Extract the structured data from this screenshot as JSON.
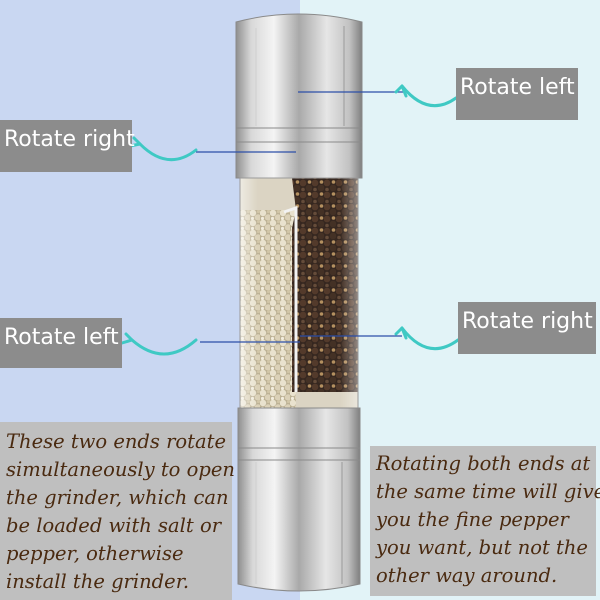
{
  "callouts": {
    "top_left": "Rotate right",
    "top_right": "Rotate left",
    "middle_left": "Rotate left",
    "middle_right": "Rotate right"
  },
  "notes": {
    "left": [
      "These two ends rotate",
      "simultaneously to open",
      "the grinder, which can",
      "be loaded with salt or",
      "pepper, otherwise",
      "install the grinder."
    ],
    "right": [
      "Rotating both ends at",
      "the same time will give",
      "you the fine pepper",
      "you want, but not the",
      "other way around."
    ]
  },
  "colors": {
    "background_left": "#c9d7f2",
    "background_right": "#e2f3f7",
    "label_fill": "#8c8c8c",
    "note_fill": "#bfbfbf",
    "note_text": "#4a2a10",
    "arrow": "#3fc9c4",
    "steel": "#b9b9b9"
  },
  "icons": [
    "curved-arrow-icon"
  ]
}
